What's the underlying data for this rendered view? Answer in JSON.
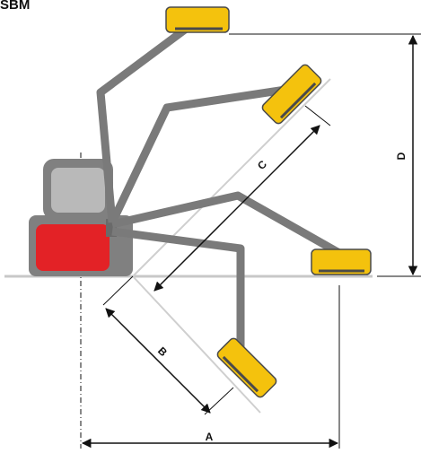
{
  "title_fragment": "SBM",
  "dimensions": {
    "A": "A",
    "B": "B",
    "C": "C",
    "D": "D"
  },
  "colors": {
    "arm": "#7a7a7a",
    "head": "#f4c20d",
    "head_outline": "#4a4a4a",
    "cab": "#808080",
    "window": "#b9b9b9",
    "engine": "#e32226",
    "ground": "#c8c8c8",
    "dimension_line": "#111111"
  }
}
